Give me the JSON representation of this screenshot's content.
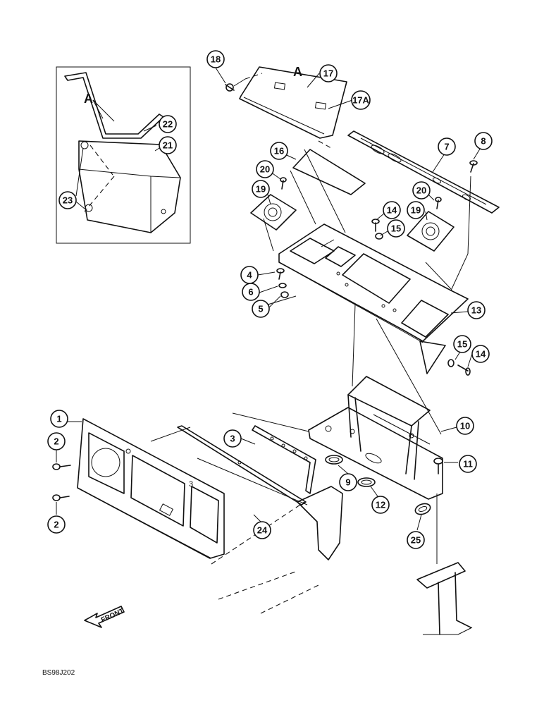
{
  "figure_code": "BS98J202",
  "front_label": "FRONT",
  "view_marker": "A",
  "panel_number": "3",
  "callouts": [
    "18",
    "17",
    "17A",
    "16",
    "7",
    "8",
    "22",
    "21",
    "23",
    "20",
    "19",
    "14",
    "15",
    "4",
    "6",
    "5",
    "13",
    "1",
    "2",
    "3",
    "10",
    "11",
    "9",
    "12",
    "24",
    "25"
  ]
}
